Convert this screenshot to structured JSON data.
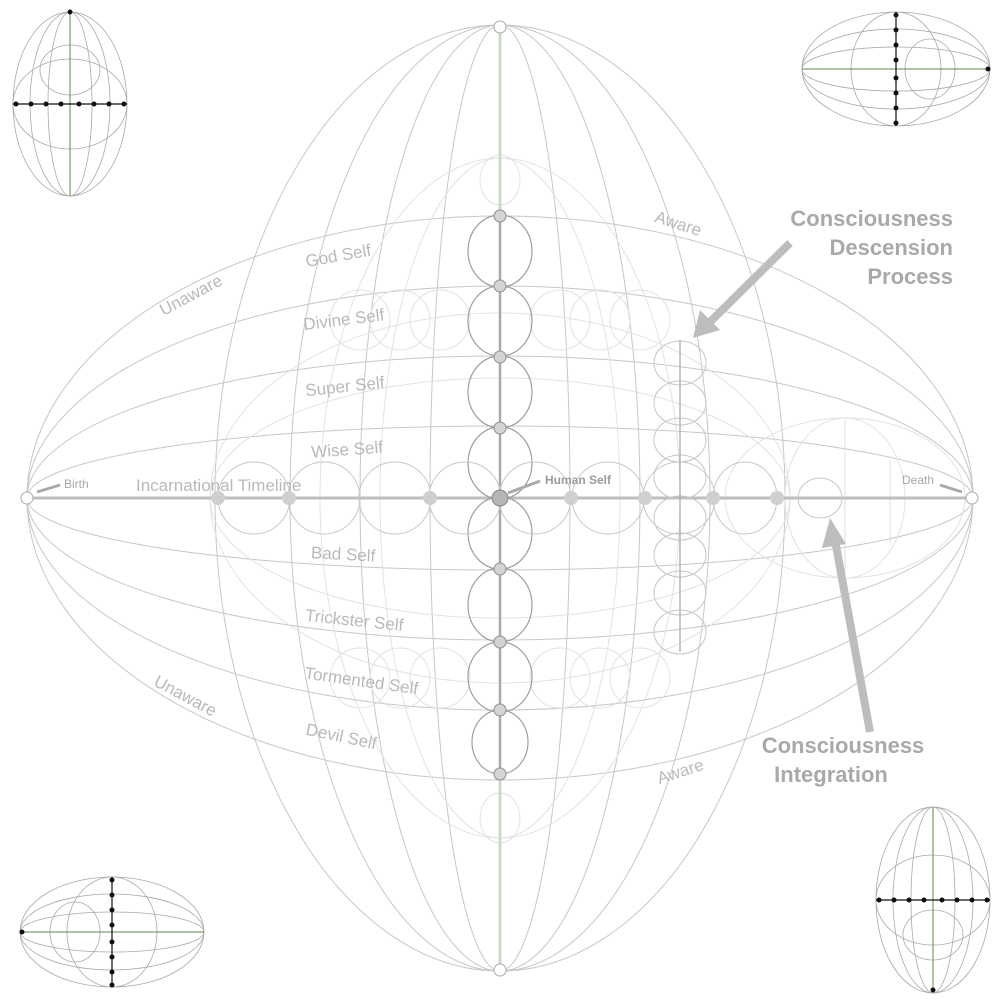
{
  "labels": {
    "god_self": "God Self",
    "divine_self": "Divine Self",
    "super_self": "Super Self",
    "wise_self": "Wise Self",
    "bad_self": "Bad Self",
    "trickster_self": "Trickster Self",
    "tormented_self": "Tormented Self",
    "devil_self": "Devil Self",
    "unaware_top": "Unaware",
    "unaware_bottom": "Unaware",
    "aware_top": "Aware",
    "aware_bottom": "Aware",
    "birth": "Birth",
    "death": "Death",
    "timeline": "Incarnational Timeline",
    "human_self": "Human Self"
  },
  "callouts": {
    "descension_line1": "Consciousness",
    "descension_line2": "Descension",
    "descension_line3": "Process",
    "integration_line1": "Consciousness",
    "integration_line2": "Integration"
  },
  "colors": {
    "wire": "#c7c7c7",
    "node_fill": "#d4d4d4",
    "callout_text": "#a9a9a9",
    "axis_green": "#5f8a4f",
    "mini_node": "#111111"
  }
}
